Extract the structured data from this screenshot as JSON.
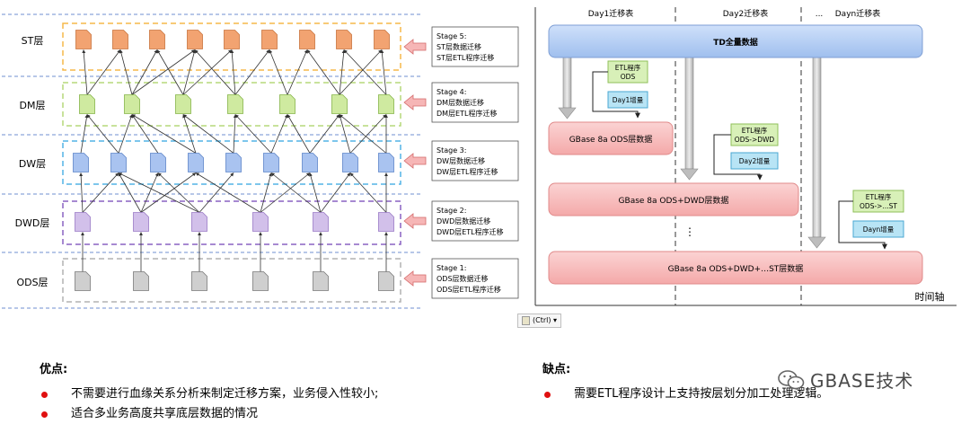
{
  "left": {
    "layers": [
      {
        "label": "ST层",
        "stage_title": "Stage 5:",
        "stage_line1": "ST层数据迁移",
        "stage_line2": "ST层ETL程序迁移",
        "color": "#f2a371",
        "stroke": "#c8743e",
        "box": "#f5b84a"
      },
      {
        "label": "DM层",
        "stage_title": "Stage 4:",
        "stage_line1": "DM层数据迁移",
        "stage_line2": "DM层ETL程序迁移",
        "color": "#cfeaa0",
        "stroke": "#86b54a",
        "box": "#b6d97a"
      },
      {
        "label": "DW层",
        "stage_title": "Stage 3:",
        "stage_line1": "DW层数据迁移",
        "stage_line2": "DW层ETL程序迁移",
        "color": "#a9c3f0",
        "stroke": "#5e85c9",
        "box": "#52b4e6"
      },
      {
        "label": "DWD层",
        "stage_title": "Stage 2:",
        "stage_line1": "DWD层数据迁移",
        "stage_line2": "DWD层ETL程序迁移",
        "color": "#d2c0ea",
        "stroke": "#9a7bc6",
        "box": "#8a62c2"
      },
      {
        "label": "ODS层",
        "stage_title": "Stage 1:",
        "stage_line1": "ODS层数据迁移",
        "stage_line2": "ODS层ETL程序迁移",
        "color": "#cfcfcf",
        "stroke": "#7a7a7a",
        "box": "#b2b2b2"
      }
    ]
  },
  "right": {
    "day_headers": [
      "Day1迁移表",
      "Day2迁移表",
      "...",
      "Dayn迁移表"
    ],
    "td_bar": "TD全量数据",
    "etl1_l1": "ETL程序",
    "etl1_l2": "ODS",
    "inc1": "Day1增量",
    "gbase1": "GBase 8a ODS层数据",
    "etl2_l1": "ETL程序",
    "etl2_l2": "ODS->DWD",
    "inc2": "Day2增量",
    "gbase2": "GBase 8a ODS+DWD层数据",
    "vdots": "⋮",
    "etl3_l1": "ETL程序",
    "etl3_l2": "ODS->...ST",
    "inc3": "Dayn增量",
    "gbase3": "GBase 8a ODS+DWD+…ST层数据",
    "time_axis": "时间轴",
    "ctrl_label": "(Ctrl) ▾"
  },
  "bottom": {
    "pros_title": "优点:",
    "pros": [
      "不需要进行血缘关系分析来制定迁移方案，业务侵入性较小;",
      "适合多业务高度共享底层数据的情况"
    ],
    "cons_title": "缺点:",
    "cons": [
      "需要ETL程序设计上支持按层划分加工处理逻辑。"
    ],
    "watermark": "GBASE技术"
  },
  "colors": {
    "bullet": "#e01010",
    "td_bar": "#a9c6f2",
    "gbase_bar": "#f6b3b3",
    "etl_box": "#d8f0b8",
    "inc_box": "#b8e4f5",
    "dashed_lines": "#6f8fd0"
  }
}
